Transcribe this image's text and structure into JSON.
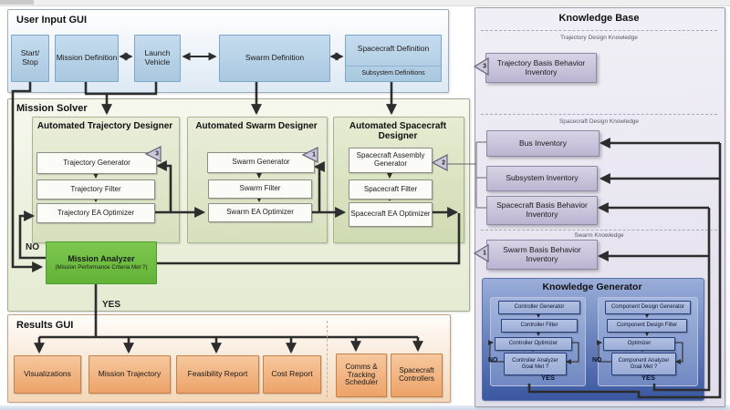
{
  "user_input_gui": {
    "title": "User Input GUI",
    "start_stop": "Start/ Stop",
    "mission_definition": "Mission Definition",
    "launch_vehicle": "Launch Vehicle",
    "swarm_definition": "Swarm Definition",
    "spacecraft_definition": "Spacecraft Definition",
    "subsystem_definitions": "Subsystem Definitions"
  },
  "mission_solver": {
    "title": "Mission Solver",
    "trajectory_designer": {
      "title": "Automated Trajectory Designer",
      "generator": "Trajectory Generator",
      "filter": "Trajectory Filter",
      "optimizer": "Trajectory EA Optimizer",
      "badge": "3"
    },
    "swarm_designer": {
      "title": "Automated Swarm Designer",
      "generator": "Swarm Generator",
      "filter": "Swarm Filter",
      "optimizer": "Swarm EA Optimizer",
      "badge": "1"
    },
    "spacecraft_designer": {
      "title": "Automated Spacecraft Designer",
      "generator": "Spacecraft Assembly Generator",
      "filter": "Spacecraft Filter",
      "optimizer": "Spacecraft EA Optimizer",
      "badge": "2"
    },
    "mission_analyzer": {
      "title": "Mission Analyzer",
      "subtitle": "(Mission Performance Criteria Met ?)"
    },
    "no_label": "NO",
    "yes_label": "YES"
  },
  "results_gui": {
    "title": "Results GUI",
    "visualizations": "Visualizations",
    "mission_trajectory": "Mission Trajectory",
    "feasibility_report": "Feasibility Report",
    "cost_report": "Cost Report",
    "comms_tracking_scheduler": "Comms & Tracking Scheduler",
    "spacecraft_controllers": "Spacecraft Controllers"
  },
  "knowledge_base": {
    "title": "Knowledge Base",
    "trajectory_section": {
      "label": "Trajectory Design Knowledge",
      "inventory": "Trajectory Basis Behavior Inventory",
      "badge": "3"
    },
    "spacecraft_section": {
      "label": "Spacecraft Design Knowledge",
      "bus_inventory": "Bus Inventory",
      "subsystem_inventory": "Subsystem Inventory",
      "spacecraft_bbi": "Spacecraft Basis Behavior Inventory"
    },
    "swarm_section": {
      "label": "Swarm Knowledge",
      "inventory": "Swarm Basis Behavior Inventory",
      "badge": "1"
    }
  },
  "knowledge_generator": {
    "title": "Knowledge Generator",
    "controller": {
      "generator": "Controller Generator",
      "filter": "Controller Filter",
      "optimizer": "Controller Optimizer",
      "analyzer": "Controller Analyzer Goal Met ?",
      "no": "NO",
      "yes": "YES"
    },
    "component": {
      "generator": "Component Design Generator",
      "filter": "Component Design Filter",
      "optimizer": "Optimizer",
      "analyzer": "Component Analyzer Goal Met ?",
      "no": "NO",
      "yes": "YES"
    }
  },
  "colors": {
    "analyzer_green": "#63b338",
    "input_blue": "#a9c8e0",
    "results_orange": "#eda368",
    "knowledge_purple": "#bcb5d2",
    "generator_blue": "#3a57a0",
    "wire_dark": "#2d2d2d"
  }
}
